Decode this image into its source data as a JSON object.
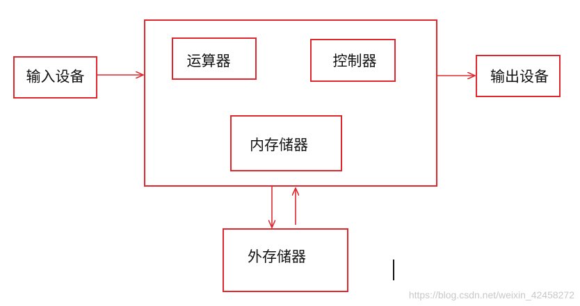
{
  "diagram": {
    "nodes": {
      "input_device": "输入设备",
      "alu": "运算器",
      "controller": "控制器",
      "output_device": "输出设备",
      "main_memory": "内存储器",
      "external_storage": "外存储器"
    }
  },
  "watermark": "https://blog.csdn.net/weixin_42458272",
  "colors": {
    "stroke": "#e0262c",
    "text": "#111111",
    "watermark": "#c8c8c8"
  }
}
